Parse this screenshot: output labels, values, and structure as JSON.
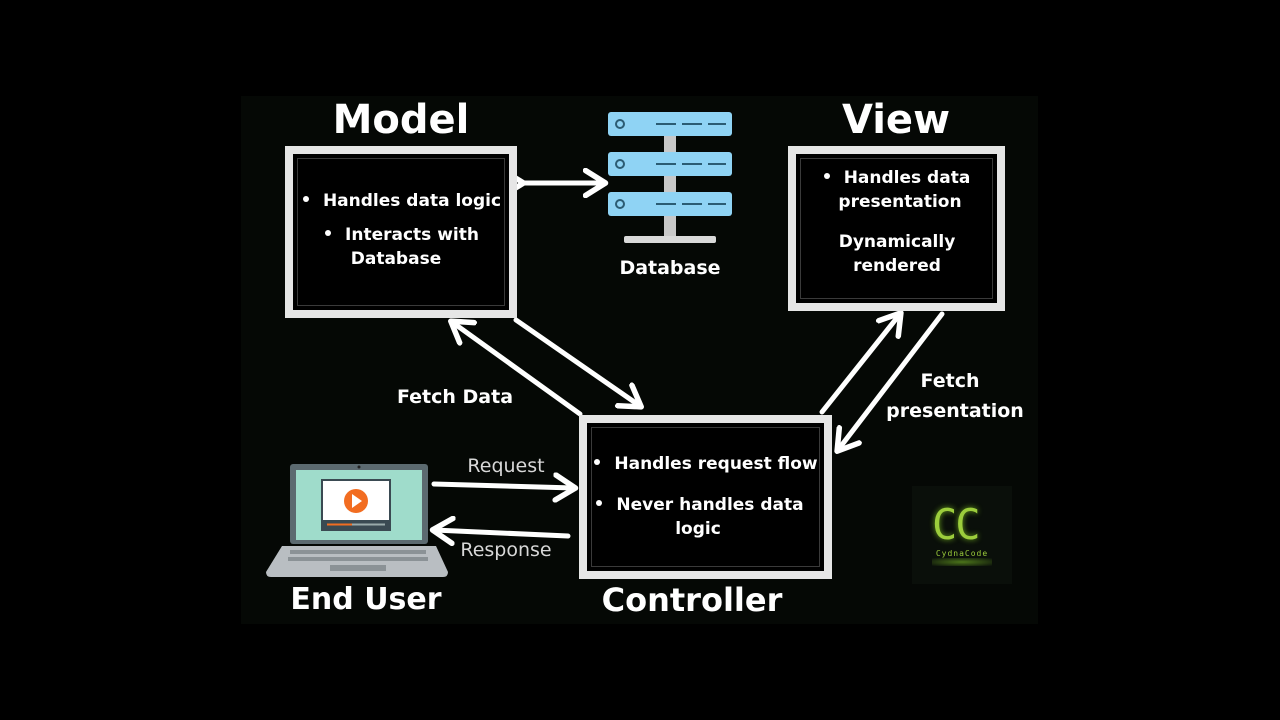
{
  "model": {
    "title": "Model",
    "bullets": [
      "Handles data logic",
      "Interacts with",
      "Database"
    ]
  },
  "view": {
    "title": "View",
    "bullets": [
      "Handles data",
      "presentation",
      "Dynamically",
      "rendered"
    ]
  },
  "database": {
    "label": "Database"
  },
  "controller": {
    "title": "Controller",
    "bullets": [
      "Handles request flow",
      "Never handles data",
      "logic"
    ]
  },
  "end_user": {
    "label": "End User"
  },
  "edges": {
    "fetch_data": "Fetch Data",
    "fetch_presentation_1": "Fetch",
    "fetch_presentation_2": "presentation",
    "request": "Request",
    "response": "Response"
  },
  "logo": {
    "mark": "CC",
    "text": "CydnaCode"
  },
  "colors": {
    "background": "#000000",
    "panel": "#050805",
    "monitor_frame": "#e6e6e6",
    "database_blue": "#8fd3f4",
    "laptop_screen": "#9fdccb",
    "play_orange": "#f26d21",
    "logo_green": "#9ccd3c"
  }
}
